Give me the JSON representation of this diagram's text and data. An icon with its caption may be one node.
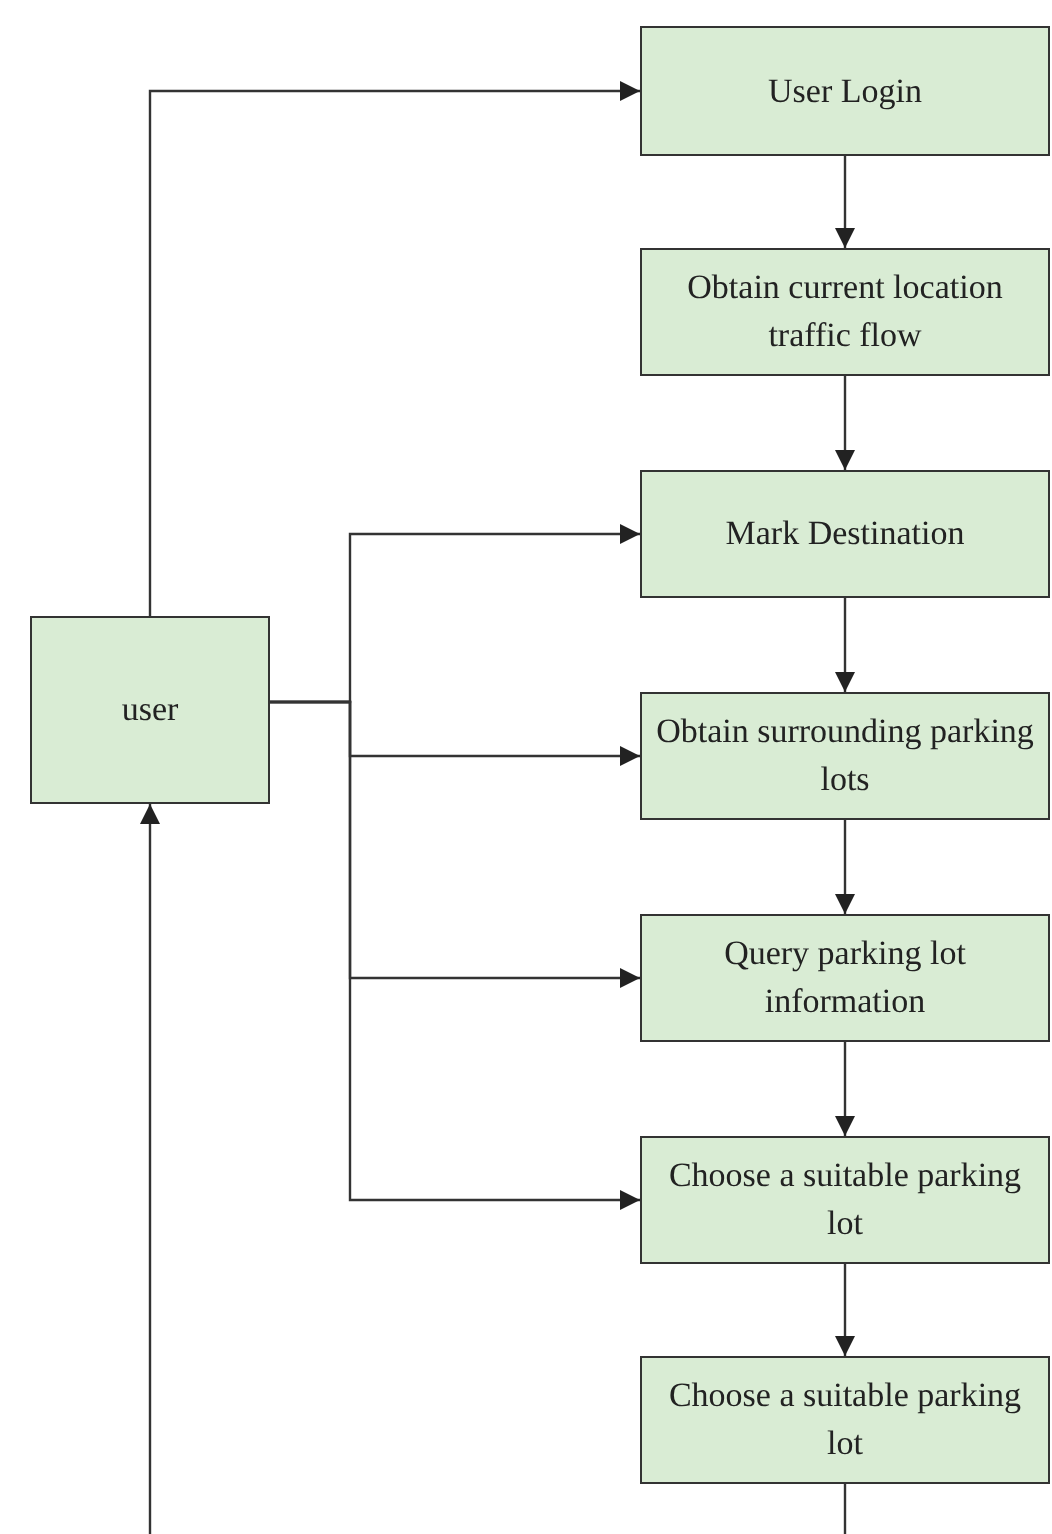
{
  "diagram": {
    "nodes": [
      {
        "text": [
          "User Login"
        ]
      },
      {
        "text": [
          "Obtain current location traffic flow"
        ]
      },
      {
        "text": [
          "Mark Destination"
        ]
      },
      {
        "text": [
          "Obtain surrounding parking lots"
        ]
      },
      {
        "text": [
          "Query parking lot information"
        ]
      },
      {
        "text": [
          "Choose a suitable parking lot"
        ]
      },
      {
        "text": [
          "Choose a suitable parking lot"
        ]
      },
      {
        "text": [
          "user"
        ]
      }
    ],
    "edges": [
      {
        "from": 7,
        "to": 0,
        "arrow": "to"
      },
      {
        "from": 0,
        "to": 1,
        "arrow": "to"
      },
      {
        "from": 1,
        "to": 2,
        "arrow": "to"
      },
      {
        "from": 2,
        "to": 3,
        "arrow": "to"
      },
      {
        "from": 3,
        "to": 4,
        "arrow": "to"
      },
      {
        "from": 4,
        "to": 5,
        "arrow": "to"
      },
      {
        "from": 5,
        "to": 6,
        "arrow": "to"
      },
      {
        "from": 7,
        "to": 2,
        "arrow": "to"
      },
      {
        "from": 7,
        "to": 3,
        "arrow": "to"
      },
      {
        "from": 7,
        "to": 4,
        "arrow": "to"
      },
      {
        "from": 7,
        "to": 5,
        "arrow": "to"
      },
      {
        "from": null,
        "to": 7,
        "arrow": "to"
      },
      {
        "from": 6,
        "to": null,
        "arrow": "none"
      }
    ]
  }
}
